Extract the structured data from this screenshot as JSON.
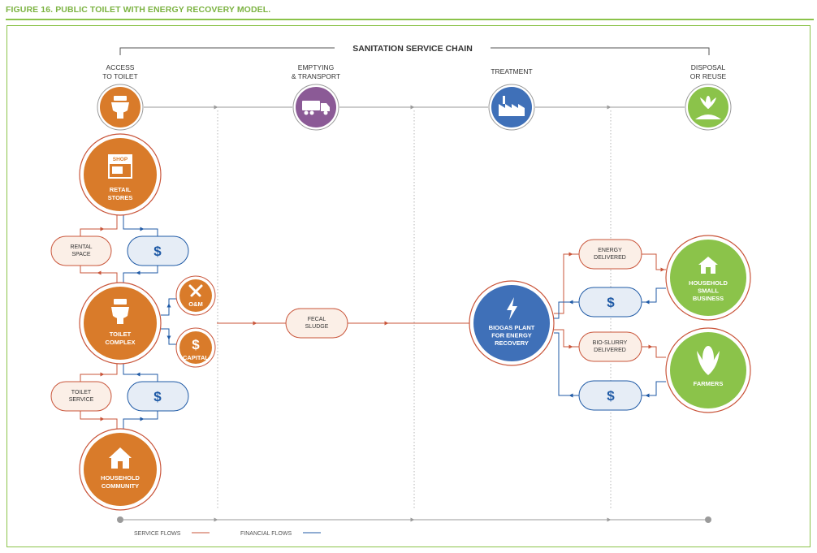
{
  "figure_title": "FIGURE 16. PUBLIC TOILET WITH ENERGY RECOVERY MODEL.",
  "chain_title": "SANITATION SERVICE CHAIN",
  "stages": [
    {
      "line1": "ACCESS",
      "line2": "TO TOILET"
    },
    {
      "line1": "EMPTYING",
      "line2": "& TRANSPORT"
    },
    {
      "line1": "TREATMENT",
      "line2": ""
    },
    {
      "line1": "DISPOSAL",
      "line2": "OR REUSE"
    }
  ],
  "nodes": {
    "retail": {
      "line1": "RETAIL",
      "line2": "STORES",
      "sign": "SHOP"
    },
    "toilet_complex": {
      "line1": "TOILET",
      "line2": "COMPLEX"
    },
    "household_community": {
      "line1": "HOUSEHOLD",
      "line2": "COMMUNITY"
    },
    "om": {
      "label": "O&M"
    },
    "capital": {
      "label": "CAPITAL",
      "symbol": "$"
    },
    "biogas": {
      "line1": "BIOGAS PLANT",
      "line2": "FOR ENERGY",
      "line3": "RECOVERY"
    },
    "household_business": {
      "line1": "HOUSEHOLD",
      "line2": "SMALL",
      "line3": "BUSINESS"
    },
    "farmers": {
      "line1": "FARMERS"
    }
  },
  "pills": {
    "rental": {
      "line1": "RENTAL",
      "line2": "SPACE"
    },
    "toilet_service": {
      "line1": "TOILET",
      "line2": "SERVICE"
    },
    "fecal": {
      "line1": "FECAL",
      "line2": "SLUDGE"
    },
    "energy": {
      "line1": "ENERGY",
      "line2": "DELIVERED"
    },
    "slurry": {
      "line1": "BIO-SLURRY",
      "line2": "DELIVERED"
    },
    "dollar": "$"
  },
  "legend": {
    "service": "SERVICE FLOWS",
    "financial": "FINANCIAL FLOWS"
  },
  "colors": {
    "green": "#8bc34a",
    "orange": "#d97b2a",
    "ring_red": "#c9553a",
    "purple": "#8b5a96",
    "blue": "#3f70b8",
    "service_line": "#c9553a",
    "financial_line": "#1f5aa6",
    "pill_fill": "#fbefe7",
    "money_fill": "#e6edf6"
  }
}
